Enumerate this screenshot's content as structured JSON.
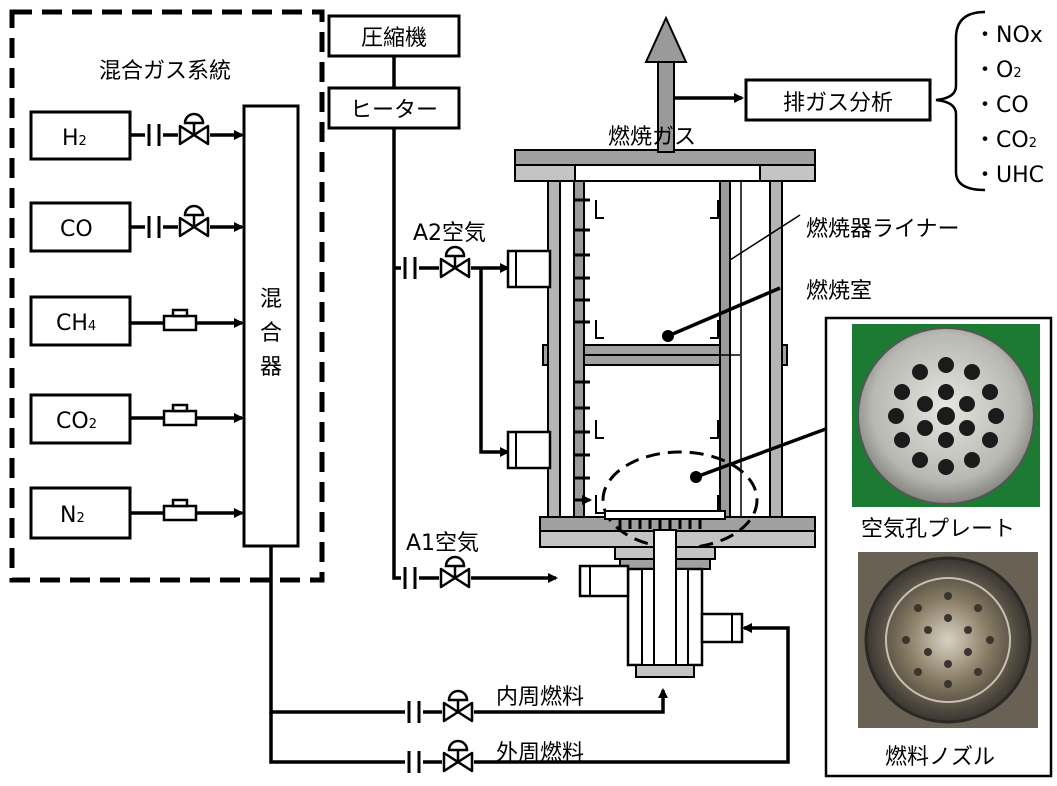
{
  "system": {
    "mixed_gas_title": "混合ガス系統",
    "mixer_label": [
      "混",
      "合",
      "器"
    ]
  },
  "gases": [
    {
      "main": "H",
      "sub": "2"
    },
    {
      "main": "CO",
      "sub": ""
    },
    {
      "main": "CH",
      "sub": "4"
    },
    {
      "main": "CO",
      "sub": "2"
    },
    {
      "main": "N",
      "sub": "2"
    }
  ],
  "supply": {
    "compressor": "圧縮機",
    "heater": "ヒーター",
    "a2_air": "A2空気",
    "a1_air": "A1空気"
  },
  "combustor": {
    "exhaust_gas": "燃焼ガス",
    "liner": "燃焼器ライナー",
    "chamber": "燃焼室"
  },
  "analysis": {
    "box": "排ガス分析",
    "items": [
      {
        "main": "・NOx",
        "sub": ""
      },
      {
        "main": "・O",
        "sub": "2"
      },
      {
        "main": "・CO",
        "sub": ""
      },
      {
        "main": "・CO",
        "sub": "2"
      },
      {
        "main": "・UHC",
        "sub": ""
      }
    ]
  },
  "fuel": {
    "inner": "内周燃料",
    "outer": "外周燃料"
  },
  "photos": {
    "plate_caption": "空気孔プレート",
    "nozzle_caption": "燃料ノズル"
  }
}
